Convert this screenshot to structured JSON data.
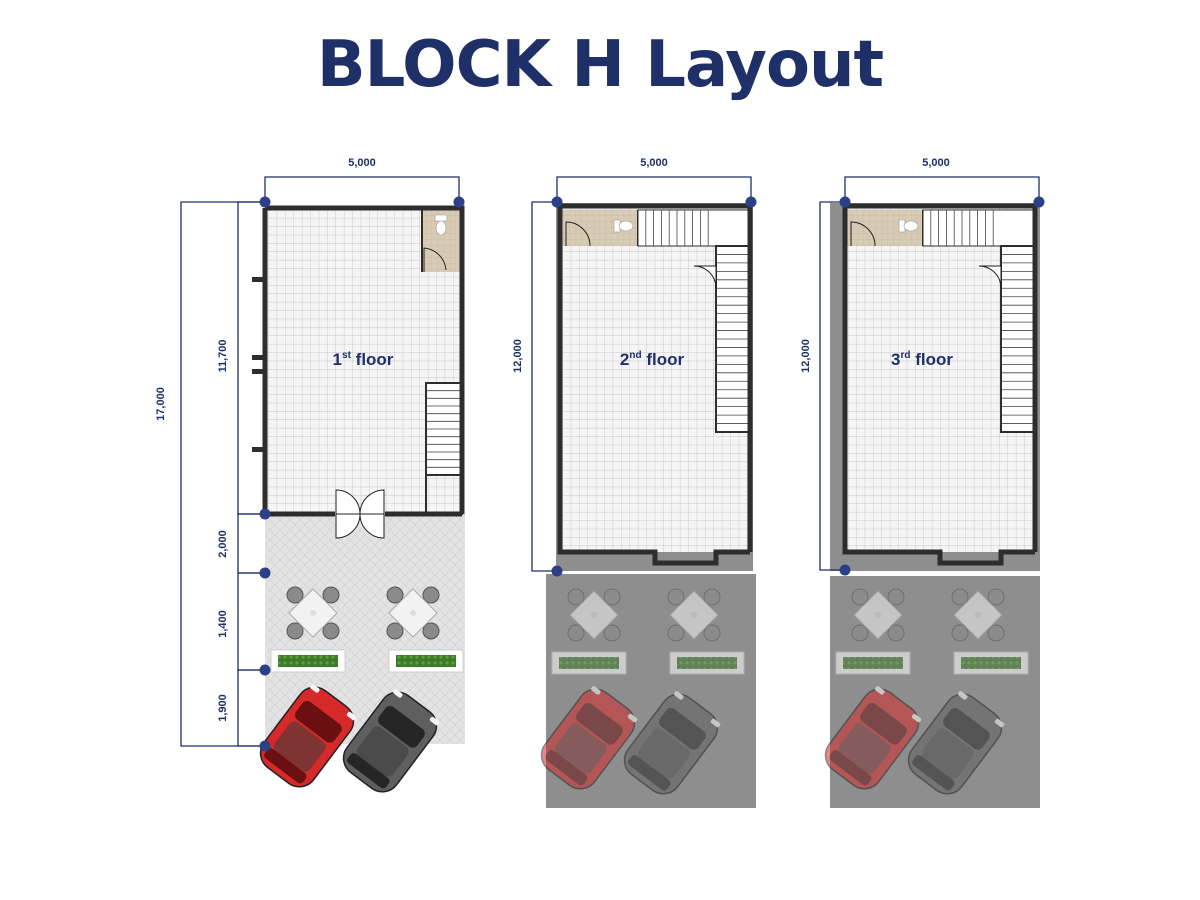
{
  "title": "BLOCK H Layout",
  "colors": {
    "navy": "#1f3068",
    "wall": "#2d2d2d",
    "tile": "#f4f4f4",
    "grid": "#bdbdbd",
    "toilet_tile": "#d9ccb8",
    "car_red": "#d62a2a",
    "car_gray": "#5a5a5a",
    "planter": "#3f7a2a",
    "dim_out_overlay": "#8e8e8e"
  },
  "floors": [
    {
      "id": "first",
      "label_num": "1",
      "label_sup": "st",
      "label_word": "floor",
      "width_dim": "5,000",
      "height_dim": "11,700",
      "segments": [
        "2,000",
        "1,400",
        "1,900"
      ],
      "total_dim": "17,000",
      "dimmed_outdoor": false
    },
    {
      "id": "second",
      "label_num": "2",
      "label_sup": "nd",
      "label_word": "floor",
      "width_dim": "5,000",
      "height_dim": "12,000",
      "dimmed_outdoor": true
    },
    {
      "id": "third",
      "label_num": "3",
      "label_sup": "rd",
      "label_word": "floor",
      "width_dim": "5,000",
      "height_dim": "12,000",
      "dimmed_outdoor": true
    }
  ],
  "icons": [
    "door-swing-icon",
    "toilet-icon",
    "staircase-icon",
    "table-set-icon",
    "planter-icon",
    "red-car-icon",
    "gray-car-icon",
    "dimension-node-icon"
  ]
}
